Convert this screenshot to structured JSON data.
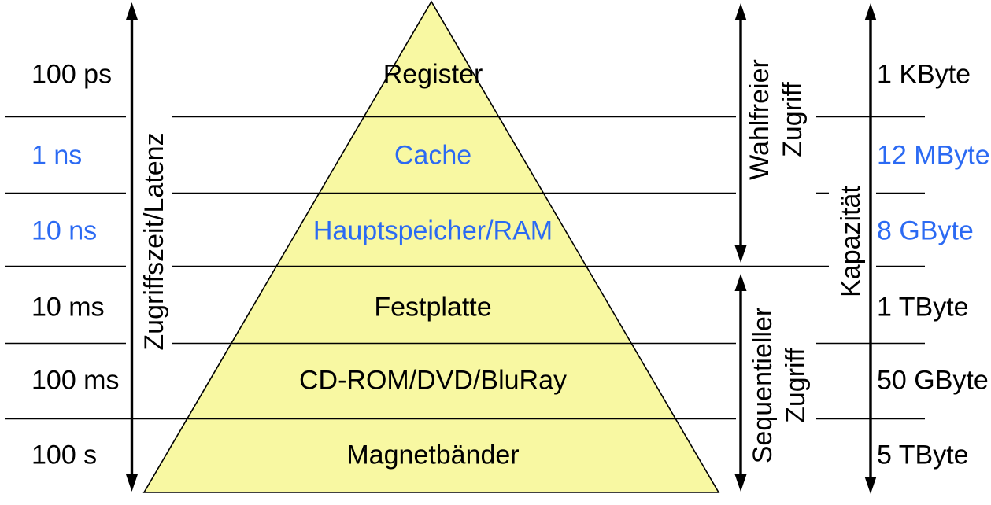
{
  "diagram": {
    "type": "memory-hierarchy-pyramid",
    "axis_labels": {
      "latency": "Zugriffszeit/Latenz",
      "capacity": "Kapazität",
      "random_access": {
        "line1": "Wahlfreier",
        "line2": "Zugriff"
      },
      "sequential_access": {
        "line1": "Sequentieller",
        "line2": "Zugriff"
      }
    },
    "levels": [
      {
        "name": "Register",
        "latency": "100 ps",
        "capacity": "1 KByte",
        "highlighted": false
      },
      {
        "name": "Cache",
        "latency": "1 ns",
        "capacity": "12 MByte",
        "highlighted": true
      },
      {
        "name": "Hauptspeicher/RAM",
        "latency": "10 ns",
        "capacity": "8 GByte",
        "highlighted": true
      },
      {
        "name": "Festplatte",
        "latency": "10 ms",
        "capacity": "1 TByte",
        "highlighted": false
      },
      {
        "name": "CD-ROM/DVD/BluRay",
        "latency": "100 ms",
        "capacity": "50 GByte",
        "highlighted": false
      },
      {
        "name": "Magnetbänder",
        "latency": "100 s",
        "capacity": "5 TByte",
        "highlighted": false
      }
    ],
    "colors": {
      "accent_blue": "#2b6af3",
      "pyramid_fill": "#f8f8a2",
      "line_black": "#000000"
    }
  }
}
